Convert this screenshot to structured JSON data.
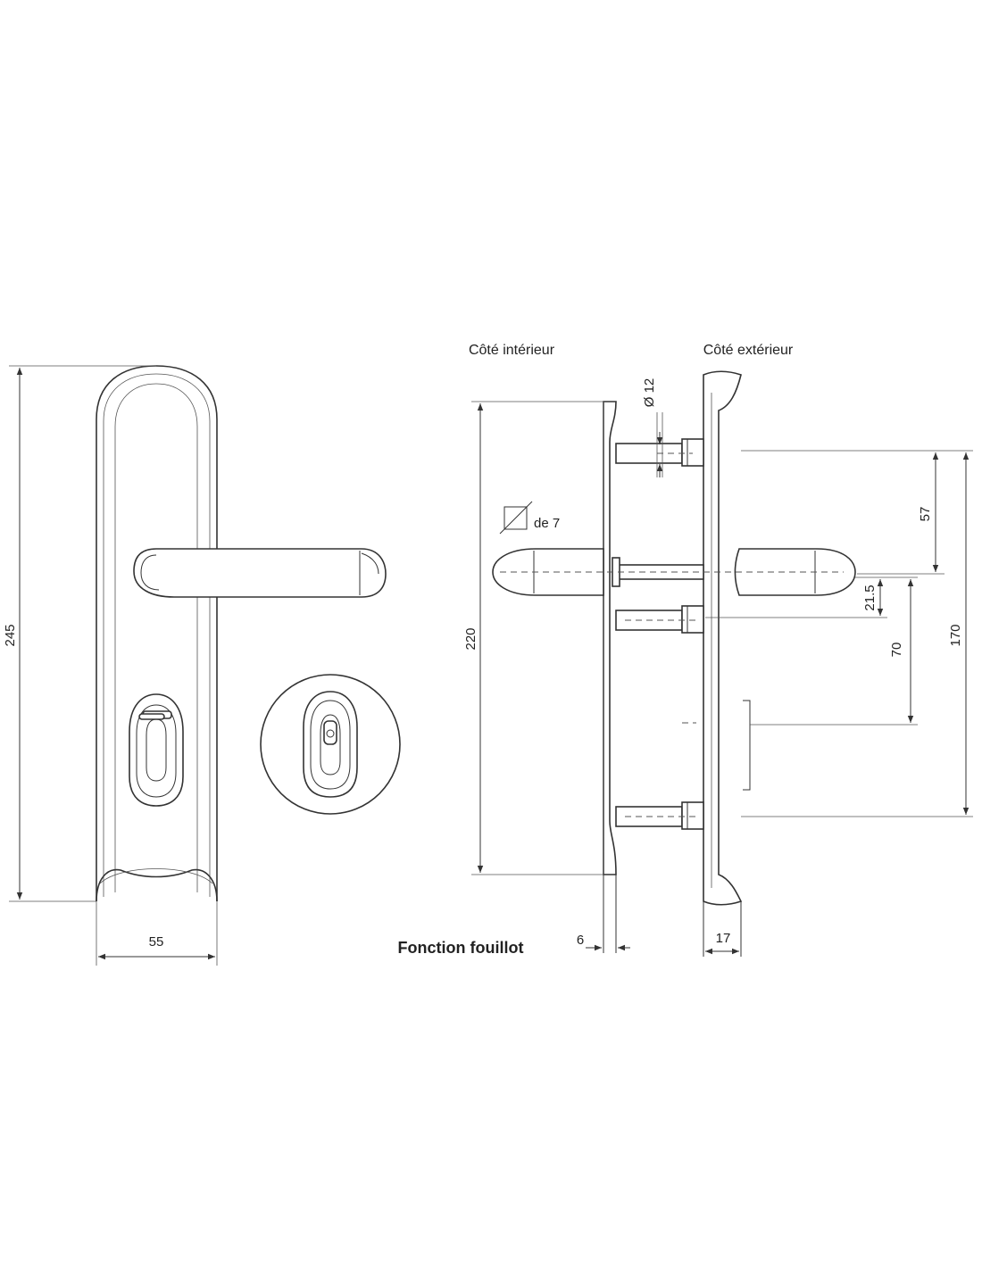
{
  "labels": {
    "cote_interieur": "Côté intérieur",
    "cote_exterieur": "Côté extérieur",
    "fonction": "Fonction fouillot",
    "square": "de 7"
  },
  "dimensions": {
    "height_total": "245",
    "width_plate": "55",
    "height_inner": "220",
    "diameter": "Ø 12",
    "d57": "57",
    "d21_5": "21.5",
    "d70": "70",
    "d170": "170",
    "thickness_inner": "6",
    "thickness_outer": "17"
  },
  "colors": {
    "line": "#333333",
    "text": "#222222",
    "background": "#ffffff"
  }
}
